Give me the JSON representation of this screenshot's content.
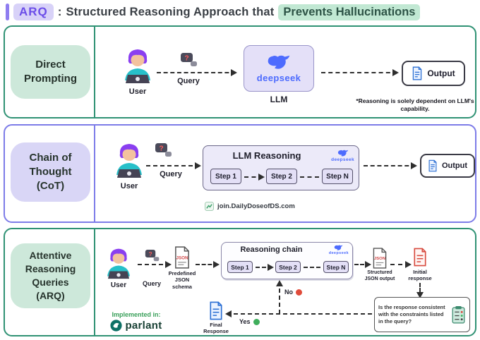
{
  "title": {
    "badge": "ARQ",
    "colon": ":",
    "main": "Structured Reasoning Approach that",
    "highlight": "Prevents Hallucinations"
  },
  "brand": {
    "deepseek": "deepseek"
  },
  "icons": {
    "question_mark": "?",
    "json_label": "JSON"
  },
  "panel_direct": {
    "label_lines": [
      "Direct",
      "Prompting"
    ],
    "user_label": "User",
    "query_label": "Query",
    "llm_label": "LLM",
    "output_label": "Output",
    "note": "*Reasoning is solely dependent on LLM's capability."
  },
  "panel_cot": {
    "label_lines": [
      "Chain of",
      "Thought",
      "(CoT)"
    ],
    "user_label": "User",
    "query_label": "Query",
    "box_title": "LLM Reasoning",
    "steps": [
      "Step 1",
      "Step 2",
      "Step N"
    ],
    "output_label": "Output",
    "watermark": "join.DailyDoseofDS.com"
  },
  "panel_arq": {
    "label_lines": [
      "Attentive",
      "Reasoning",
      "Queries",
      "(ARQ)"
    ],
    "user_label": "User",
    "query_label": "Query",
    "schema_label": "Predefined JSON schema",
    "chain_title": "Reasoning chain",
    "steps": [
      "Step 1",
      "Step 2",
      "Step N"
    ],
    "structured_label": "Structured JSON output",
    "initial_label": "Initial response",
    "question": "Is the response consistent with the constraints listed in the query?",
    "yes_label": "Yes",
    "no_label": "No",
    "final_label": "Final Response",
    "implemented_label": "Implemented in:",
    "parlant_label": "parlant"
  },
  "colors": {
    "green_border": "#2f9274",
    "purple_border": "#7d7ce8",
    "mint": "#cde8da",
    "lavender": "#d9d6f6",
    "deepseek_blue": "#4D6BFE",
    "yes_green": "#3fae5c",
    "no_red": "#e04b3a"
  }
}
